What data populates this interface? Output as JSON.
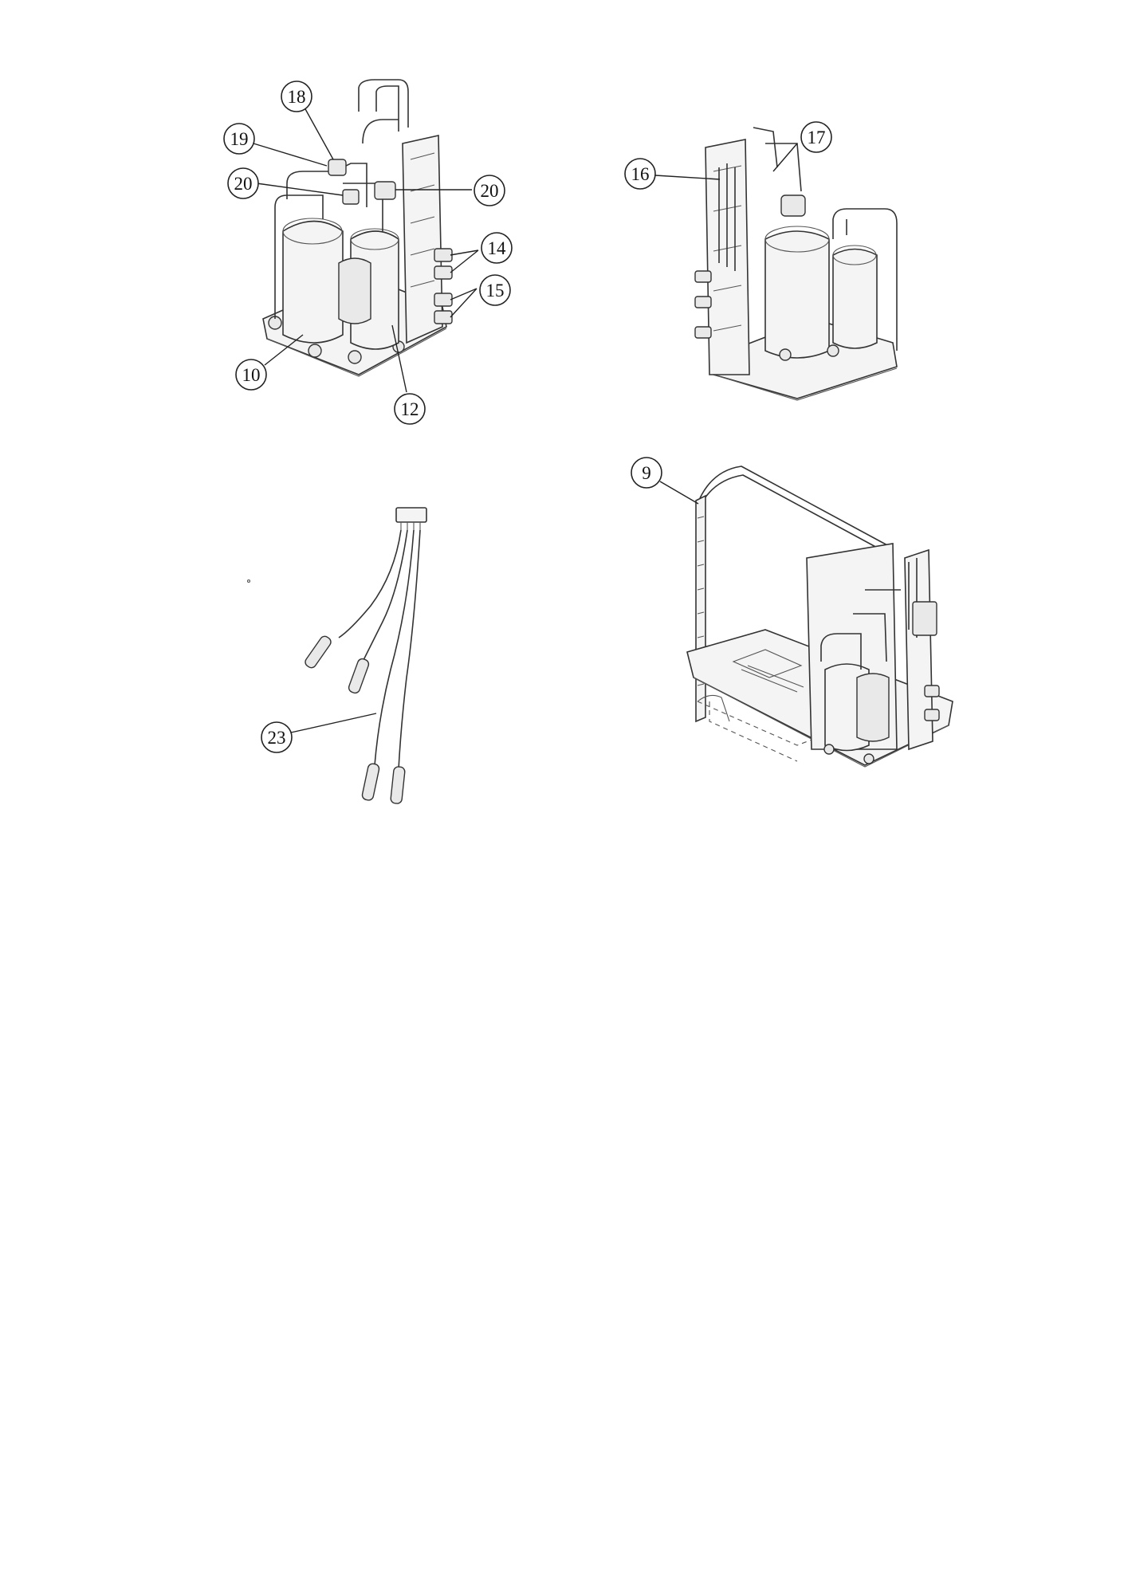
{
  "callouts": {
    "c18": "18",
    "c19": "19",
    "c20a": "20",
    "c20b": "20",
    "c14": "14",
    "c15": "15",
    "c10": "10",
    "c12": "12",
    "c17": "17",
    "c16": "16",
    "c9": "9",
    "c23": "23"
  }
}
